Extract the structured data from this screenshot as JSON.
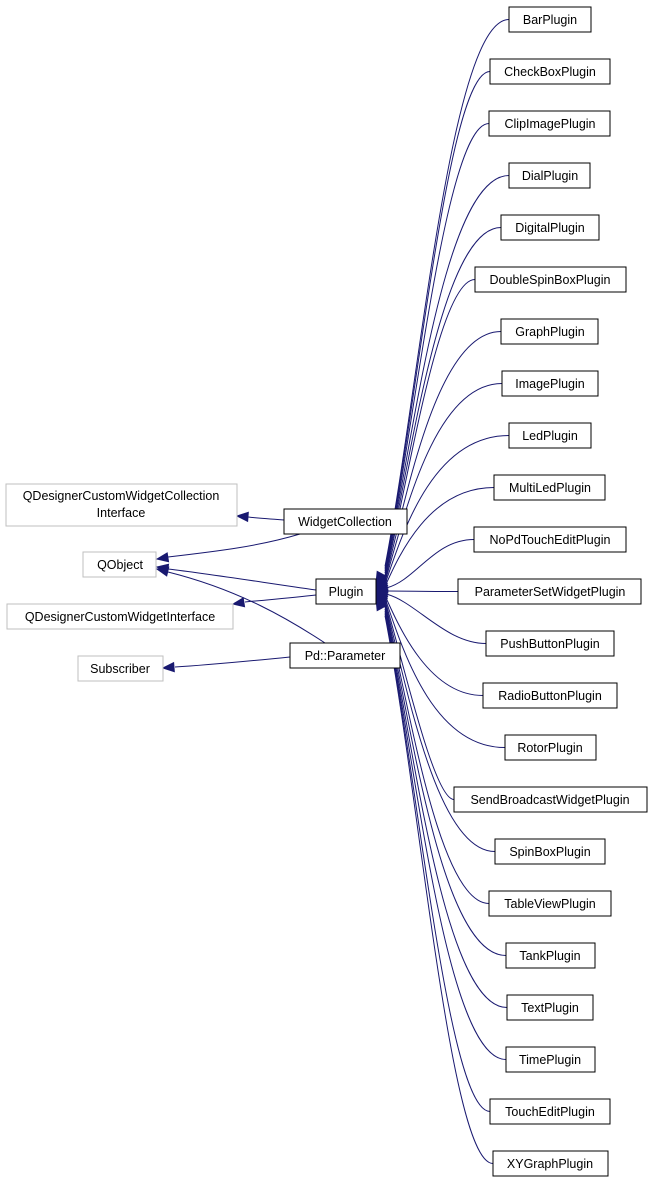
{
  "colors": {
    "edge": "#191970",
    "box_border": "#000000",
    "external_box_border": "#bfbfbf",
    "background": "#ffffff"
  },
  "nodes": {
    "BarPlugin": {
      "label": "BarPlugin"
    },
    "CheckBoxPlugin": {
      "label": "CheckBoxPlugin"
    },
    "ClipImagePlugin": {
      "label": "ClipImagePlugin"
    },
    "DialPlugin": {
      "label": "DialPlugin"
    },
    "DigitalPlugin": {
      "label": "DigitalPlugin"
    },
    "DoubleSpinBoxPlugin": {
      "label": "DoubleSpinBoxPlugin"
    },
    "GraphPlugin": {
      "label": "GraphPlugin"
    },
    "ImagePlugin": {
      "label": "ImagePlugin"
    },
    "LedPlugin": {
      "label": "LedPlugin"
    },
    "MultiLedPlugin": {
      "label": "MultiLedPlugin"
    },
    "NoPdTouchEditPlugin": {
      "label": "NoPdTouchEditPlugin"
    },
    "ParameterSetWidgetPlugin": {
      "label": "ParameterSetWidgetPlugin"
    },
    "PushButtonPlugin": {
      "label": "PushButtonPlugin"
    },
    "RadioButtonPlugin": {
      "label": "RadioButtonPlugin"
    },
    "RotorPlugin": {
      "label": "RotorPlugin"
    },
    "SendBroadcastWidgetPlugin": {
      "label": "SendBroadcastWidgetPlugin"
    },
    "SpinBoxPlugin": {
      "label": "SpinBoxPlugin"
    },
    "TableViewPlugin": {
      "label": "TableViewPlugin"
    },
    "TankPlugin": {
      "label": "TankPlugin"
    },
    "TextPlugin": {
      "label": "TextPlugin"
    },
    "TimePlugin": {
      "label": "TimePlugin"
    },
    "TouchEditPlugin": {
      "label": "TouchEditPlugin"
    },
    "XYGraphPlugin": {
      "label": "XYGraphPlugin"
    },
    "Plugin": {
      "label": "Plugin"
    },
    "WidgetCollection": {
      "label": "WidgetCollection"
    },
    "PdParameter": {
      "label": "Pd::Parameter"
    },
    "QDesignerCustomWidgetCollectionInterface": {
      "label": "QDesignerCustomWidgetCollection",
      "label_line2": "Interface"
    },
    "QObject": {
      "label": "QObject"
    },
    "QDesignerCustomWidgetInterface": {
      "label": "QDesignerCustomWidgetInterface"
    },
    "Subscriber": {
      "label": "Subscriber"
    }
  },
  "edges": [
    {
      "from": "BarPlugin",
      "to": "Plugin"
    },
    {
      "from": "CheckBoxPlugin",
      "to": "Plugin"
    },
    {
      "from": "ClipImagePlugin",
      "to": "Plugin"
    },
    {
      "from": "DialPlugin",
      "to": "Plugin"
    },
    {
      "from": "DigitalPlugin",
      "to": "Plugin"
    },
    {
      "from": "DoubleSpinBoxPlugin",
      "to": "Plugin"
    },
    {
      "from": "GraphPlugin",
      "to": "Plugin"
    },
    {
      "from": "ImagePlugin",
      "to": "Plugin"
    },
    {
      "from": "LedPlugin",
      "to": "Plugin"
    },
    {
      "from": "MultiLedPlugin",
      "to": "Plugin"
    },
    {
      "from": "NoPdTouchEditPlugin",
      "to": "Plugin"
    },
    {
      "from": "ParameterSetWidgetPlugin",
      "to": "Plugin"
    },
    {
      "from": "PushButtonPlugin",
      "to": "Plugin"
    },
    {
      "from": "RadioButtonPlugin",
      "to": "Plugin"
    },
    {
      "from": "RotorPlugin",
      "to": "Plugin"
    },
    {
      "from": "SendBroadcastWidgetPlugin",
      "to": "Plugin"
    },
    {
      "from": "SpinBoxPlugin",
      "to": "Plugin"
    },
    {
      "from": "TableViewPlugin",
      "to": "Plugin"
    },
    {
      "from": "TankPlugin",
      "to": "Plugin"
    },
    {
      "from": "TextPlugin",
      "to": "Plugin"
    },
    {
      "from": "TimePlugin",
      "to": "Plugin"
    },
    {
      "from": "TouchEditPlugin",
      "to": "Plugin"
    },
    {
      "from": "XYGraphPlugin",
      "to": "Plugin"
    },
    {
      "from": "WidgetCollection",
      "to": "QDesignerCustomWidgetCollectionInterface"
    },
    {
      "from": "WidgetCollection",
      "to": "QObject"
    },
    {
      "from": "Plugin",
      "to": "QObject"
    },
    {
      "from": "Plugin",
      "to": "QDesignerCustomWidgetInterface"
    },
    {
      "from": "PdParameter",
      "to": "QObject"
    },
    {
      "from": "PdParameter",
      "to": "Subscriber"
    }
  ]
}
